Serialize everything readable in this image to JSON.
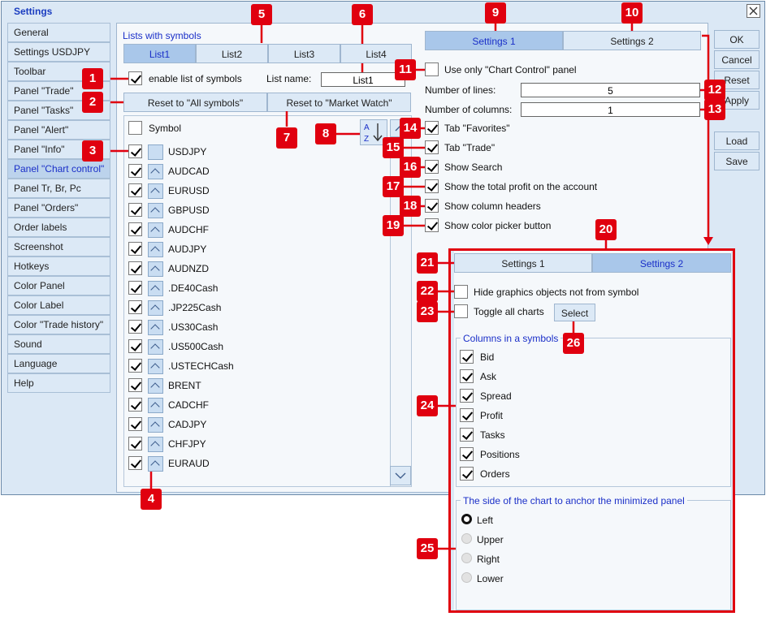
{
  "window": {
    "title": "Settings"
  },
  "sidebar": {
    "items": [
      {
        "label": "General"
      },
      {
        "label": "Settings USDJPY"
      },
      {
        "label": "Toolbar"
      },
      {
        "label": "Panel \"Trade\""
      },
      {
        "label": "Panel \"Tasks\""
      },
      {
        "label": "Panel \"Alert\""
      },
      {
        "label": "Panel \"Info\""
      },
      {
        "label": "Panel \"Chart control\"",
        "active": true
      },
      {
        "label": "Panel Tr, Br, Pc"
      },
      {
        "label": "Panel \"Orders\""
      },
      {
        "label": "Order labels"
      },
      {
        "label": "Screenshot"
      },
      {
        "label": "Hotkeys"
      },
      {
        "label": "Color Panel"
      },
      {
        "label": "Color Label"
      },
      {
        "label": "Color \"Trade history\""
      },
      {
        "label": "Sound"
      },
      {
        "label": "Language"
      },
      {
        "label": "Help"
      }
    ]
  },
  "actions": {
    "ok": "OK",
    "cancel": "Cancel",
    "reset": "Reset",
    "apply": "Apply",
    "load": "Load",
    "save": "Save"
  },
  "lists": {
    "title": "Lists with symbols",
    "tabs": [
      "List1",
      "List2",
      "List3",
      "List4"
    ],
    "enable_label": "enable list of symbols",
    "list_name_label": "List name:",
    "list_name_value": "List1",
    "reset_all": "Reset to \"All symbols\"",
    "reset_market": "Reset to \"Market Watch\"",
    "symbol_header": "Symbol",
    "sort_icon_text": "A\nZ",
    "symbols": [
      "USDJPY",
      "AUDCAD",
      "EURUSD",
      "GBPUSD",
      "AUDCHF",
      "AUDJPY",
      "AUDNZD",
      ".DE40Cash",
      ".JP225Cash",
      ".US30Cash",
      ".US500Cash",
      ".USTECHCash",
      "BRENT",
      "CADCHF",
      "CADJPY",
      "CHFJPY",
      "EURAUD"
    ]
  },
  "settings1": {
    "tabs": [
      "Settings 1",
      "Settings 2"
    ],
    "only_chart_control": "Use only \"Chart Control\" panel",
    "lines_label": "Number of lines:",
    "lines_value": "5",
    "columns_label": "Number of columns:",
    "columns_value": "1",
    "options": [
      "Tab \"Favorites\"",
      "Tab \"Trade\"",
      "Show Search",
      "Show the total profit on the account",
      "Show column headers",
      "Show color picker button"
    ]
  },
  "settings2": {
    "tabs": [
      "Settings 1",
      "Settings 2"
    ],
    "hide_graphics": "Hide graphics objects not from symbol",
    "toggle_charts": "Toggle all charts",
    "select_button": "Select",
    "columns_group_title": "Columns in a symbols",
    "columns": [
      "Bid",
      "Ask",
      "Spread",
      "Profit",
      "Tasks",
      "Positions",
      "Orders"
    ],
    "anchor_group_title": "The side of the chart to anchor the minimized panel",
    "anchor_options": [
      "Left",
      "Upper",
      "Right",
      "Lower"
    ],
    "anchor_selected": "Left"
  },
  "callouts": [
    "1",
    "2",
    "3",
    "4",
    "5",
    "6",
    "7",
    "8",
    "9",
    "10",
    "11",
    "12",
    "13",
    "14",
    "15",
    "16",
    "17",
    "18",
    "19",
    "20",
    "21",
    "22",
    "23",
    "24",
    "25",
    "26"
  ],
  "colors": {
    "accent": "#1a2fc8",
    "callout": "#e0000f",
    "window_bg": "#dbe8f5",
    "panel_bg": "#f5f8fb",
    "active_tab": "#a9c7ea"
  }
}
